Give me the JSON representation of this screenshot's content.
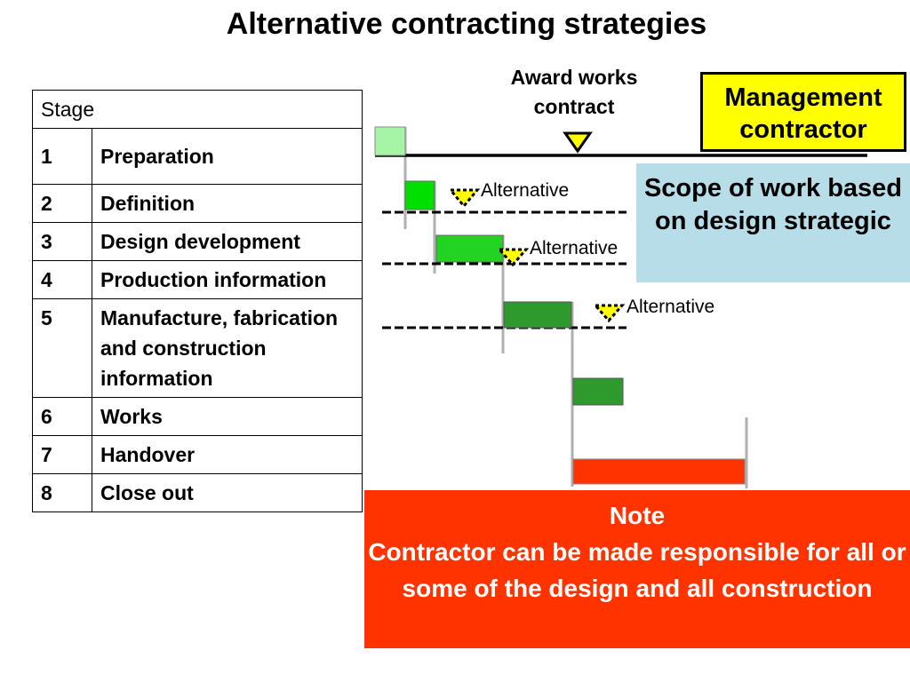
{
  "title": "Alternative contracting strategies",
  "table": {
    "header": "Stage",
    "rows": [
      {
        "num": "1",
        "label": "Preparation"
      },
      {
        "num": "2",
        "label": "Definition"
      },
      {
        "num": "3",
        "label": "Design development"
      },
      {
        "num": "4",
        "label": "Production information"
      },
      {
        "num": "5",
        "label": "Manufacture, fabrication  and construction information"
      },
      {
        "num": "6",
        "label": "Works"
      },
      {
        "num": "7",
        "label": "Handover"
      },
      {
        "num": "8",
        "label": "Close out"
      }
    ]
  },
  "award": "Award works contract",
  "management": "Management contractor",
  "scope": "Scope of work based on design strategic",
  "alternative_label": "Alternative",
  "note": {
    "title": "Note",
    "body": "Contractor can be made responsible for all or some of the design and all construction"
  },
  "colors": {
    "stage1": "#a6f5a6",
    "stage2": "#00e000",
    "stage3": "#22d322",
    "stage4": "#2e9a2e",
    "stage5": "#2e9a2e",
    "stage6": "#ff3300",
    "management_box": "#ffff00",
    "scope_box": "#b7dde8",
    "note_box": "#ff3300",
    "marker": "#ffff00"
  }
}
